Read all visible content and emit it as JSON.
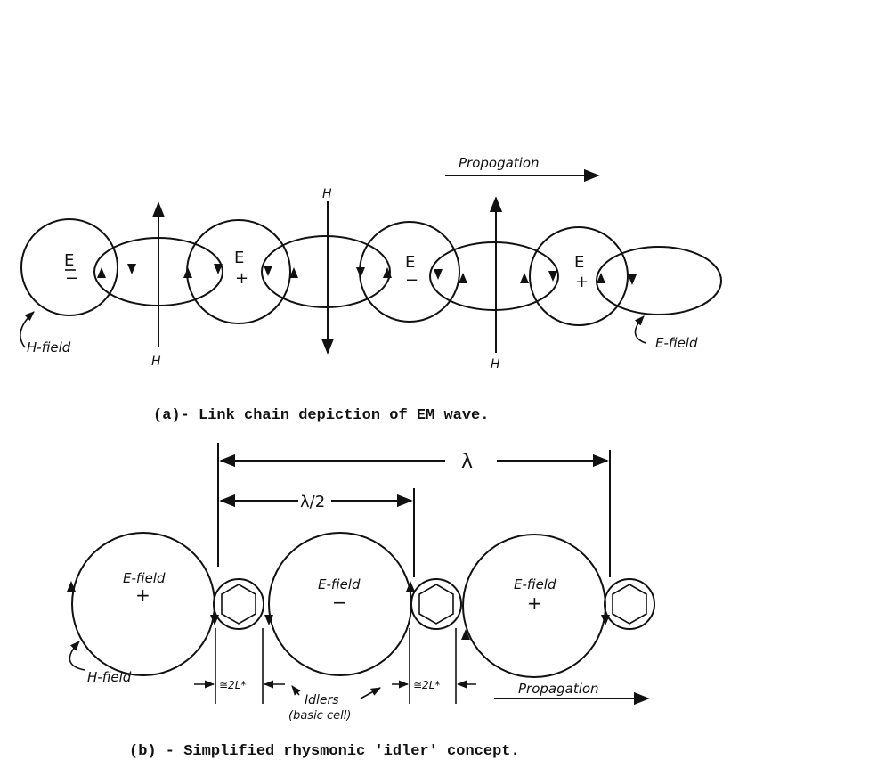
{
  "panel_a": {
    "propagation_label": "Propogation",
    "h_label": "H",
    "e_label": "E",
    "plus": "+",
    "minus": "−",
    "h_field_label": "H-field",
    "e_field_label": "E-field",
    "caption": "(a)- Link chain depiction of EM wave."
  },
  "panel_b": {
    "lambda_label": "λ",
    "half_lambda_label": "λ/2",
    "e_field_label": "E-field",
    "plus": "+",
    "minus": "−",
    "h_field_label": "H-field",
    "idler_width_label": "≅2L*",
    "idlers_label": "Idlers",
    "basic_cell_label": "(basic cell)",
    "propagation_label": "Propagation",
    "caption": "(b) - Simplified rhysmonic 'idler' concept."
  },
  "colors": {
    "ink": "#111111",
    "paper": "#ffffff"
  }
}
